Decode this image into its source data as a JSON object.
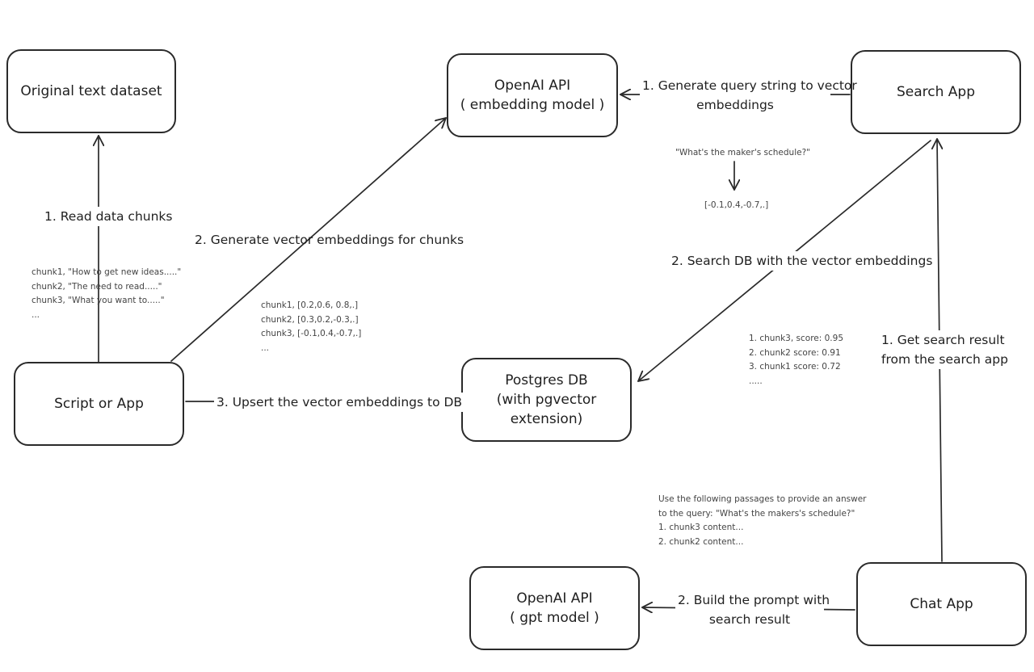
{
  "nodes": {
    "original_dataset": {
      "lines": [
        "Original text dataset"
      ]
    },
    "openai_embedding": {
      "lines": [
        "OpenAI API",
        "( embedding model )"
      ]
    },
    "search_app": {
      "lines": [
        "Search App"
      ]
    },
    "script_app": {
      "lines": [
        "Script or App"
      ]
    },
    "postgres_db": {
      "lines": [
        "Postgres DB",
        "(with pgvector extension)"
      ]
    },
    "openai_gpt": {
      "lines": [
        "OpenAI API",
        "( gpt model )"
      ]
    },
    "chat_app": {
      "lines": [
        "Chat App"
      ]
    }
  },
  "edges": {
    "read_chunks": {
      "lines": [
        "1. Read data chunks"
      ]
    },
    "generate_embeddings": {
      "lines": [
        "2. Generate vector embeddings for chunks"
      ]
    },
    "upsert": {
      "lines": [
        "3. Upsert the vector embeddings  to DB"
      ]
    },
    "query_to_vector": {
      "lines": [
        "1. Generate query string to vector",
        "embeddings"
      ]
    },
    "search_db": {
      "lines": [
        "2. Search DB with the vector embeddings"
      ]
    },
    "get_result": {
      "lines": [
        "1. Get search result",
        "from the search app"
      ]
    },
    "build_prompt": {
      "lines": [
        "2. Build the prompt with",
        "search result"
      ]
    }
  },
  "notes": {
    "chunks_text": {
      "lines": [
        "chunk1, \"How to get new ideas.....\"",
        "chunk2, \"The need to read.....\"",
        "chunk3, \"What you want to.....\"",
        "..."
      ]
    },
    "chunks_vectors": {
      "lines": [
        "chunk1, [0.2,0.6, 0.8,.]",
        "chunk2, [0.3,0.2,-0.3,.]",
        "chunk3, [-0.1,0.4,-0.7,.]",
        "..."
      ]
    },
    "query_text": {
      "lines": [
        "\"What's the maker's schedule?\""
      ]
    },
    "query_vector": {
      "lines": [
        "[-0.1,0.4,-0.7,.]"
      ]
    },
    "scores": {
      "lines": [
        "1. chunk3, score: 0.95",
        "2. chunk2 score: 0.91",
        "3. chunk1 score: 0.72",
        "....."
      ]
    },
    "prompt_text": {
      "lines": [
        "Use the following passages to provide an answer",
        "to the query: \"What's the makers's schedule?\"",
        "1. chunk3 content...",
        "2. chunk2 content..."
      ]
    }
  },
  "colors": {
    "stroke": "#2a2a2a",
    "text": "#1f1f1f",
    "note_text": "#444444",
    "background": "#ffffff"
  }
}
